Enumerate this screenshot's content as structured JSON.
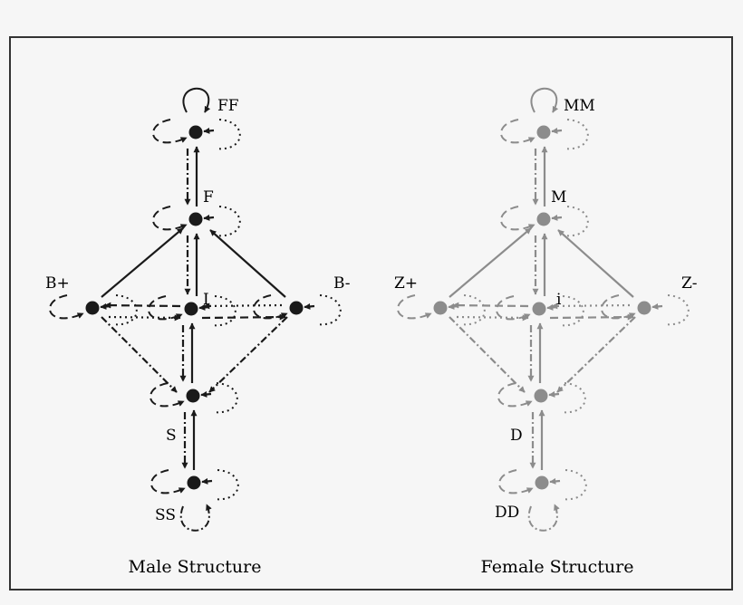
{
  "diagrams": [
    {
      "caption": "Male Structure",
      "color": "#1a1a1a",
      "nodes": {
        "top": "FF",
        "upper": "F",
        "left": "B+",
        "center": "I",
        "right": "B-",
        "lower": "S",
        "bottom": "SS"
      }
    },
    {
      "caption": "Female Structure",
      "color": "#8c8c8c",
      "nodes": {
        "top": "MM",
        "upper": "M",
        "left": "Z+",
        "center": "i",
        "right": "Z-",
        "lower": "D",
        "bottom": "DD"
      }
    }
  ],
  "colors": {
    "background": "#f6f6f6",
    "frame": "#333333"
  }
}
